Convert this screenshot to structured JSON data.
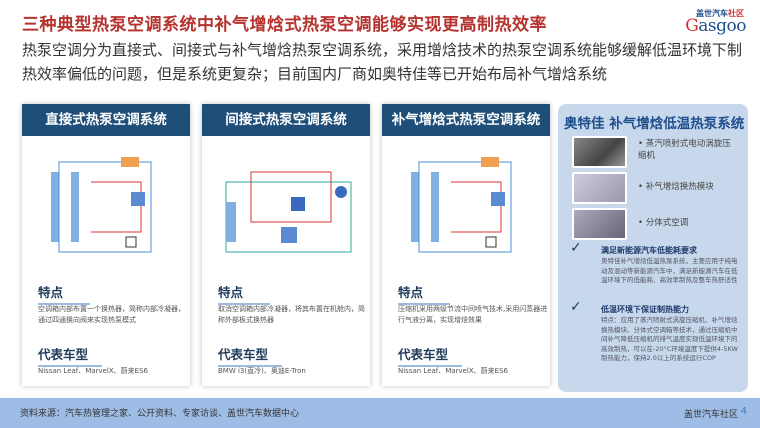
{
  "header": {
    "title": "三种典型热泵空调系统中补气增焓式热泵空调能够实现更高制热效率",
    "logo_cn": "盖世汽车",
    "logo_cn_red": "社区",
    "logo_en": "asgoo",
    "logo_en_G": "G"
  },
  "subtitle": "热泵空调分为直接式、间接式与补气增焓热泵空调系统，采用增焓技术的热泵空调系统能够缓解低温环境下制热效率偏低的问题，但是系统更复杂；目前国内厂商如奥特佳等已开始布局补气增焓系统",
  "cards": [
    {
      "title": "直接式热泵空调系统",
      "feature_h": "特点",
      "feature": "空调箱内部布置一个换热器，简称内部冷凝器，通过四通换向阀来实现热泵模式",
      "models_h": "代表车型",
      "models": "Nissan Leaf、MarvelX、蔚来ES6"
    },
    {
      "title": "间接式热泵空调系统",
      "feature_h": "特点",
      "feature": "取消空调箱内部冷凝器，将其布置在机舱内，简称外部板式换热器",
      "models_h": "代表车型",
      "models": "BMW i3(直冷)、奥迪E-Tron"
    },
    {
      "title": "补气增焓式热泵空调系统",
      "feature_h": "特点",
      "feature": "压缩机采用两级节流中间喷气技术,采用闪蒸器进行气液分离，实现增焓效果",
      "models_h": "代表车型",
      "models": "Nissan Leaf、MarvelX、蔚来ES6"
    }
  ],
  "panel": {
    "title": "奥特佳 补气增焓低温热泵系统",
    "items": [
      "蒸汽喷射式电动涡旋压缩机",
      "补气增焓换热模块",
      "分体式空调"
    ],
    "checks": [
      {
        "h": "满足新能源汽车低能耗要求",
        "p": "奥特佳补气增焓低温热泵系统，主要应用于纯电动及混动等新能源汽车中，满足新能源汽车在低温环境下的低能耗、高效率制热及整车热舒适性"
      },
      {
        "h": "低温环境下保证制热能力",
        "p": "特点：应用了蒸汽喷射式涡旋压缩机、补气增焓换热模块、分体式空调箱等技术，通过压缩机中间补气降低压缩机的排气温度实现低温环境下的高效制热，可以在-20°C环境温度下提供4-5KW制热能力，保持2.0以上的系统运行COP"
      }
    ]
  },
  "footer": {
    "source": "资料来源：汽车热管理之家、公开资料、专家访谈、盖世汽车数据中心",
    "brand": "盖世汽车社区",
    "page": "4"
  }
}
